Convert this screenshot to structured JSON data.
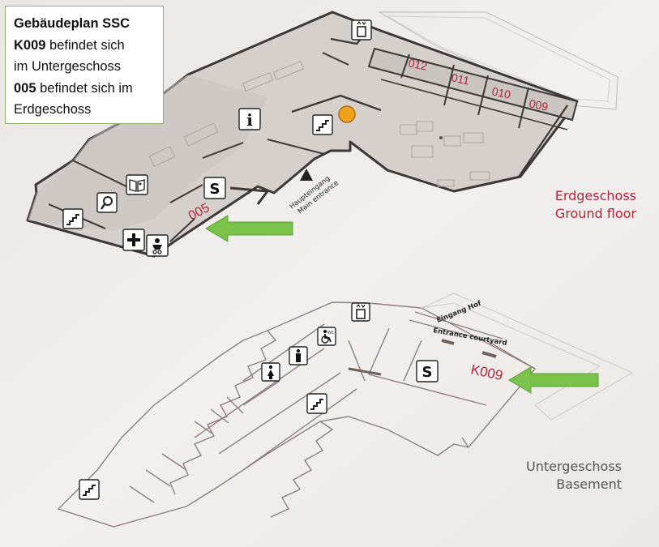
{
  "info_box": {
    "title": "Gebäudeplan SSC",
    "line1_code": "K009",
    "line1_rest": " befindet sich",
    "line2": "im Untergeschoss",
    "line3_code": "005",
    "line3_rest": " befindet sich im",
    "line4": "Erdgeschoss"
  },
  "ground_floor": {
    "label_de": "Erdgeschoss",
    "label_en": "Ground floor",
    "room_labels": [
      "012",
      "011",
      "010",
      "009",
      "005"
    ],
    "entrance_de": "Haupteingang",
    "entrance_en": "Main entrance",
    "icons": [
      "elevator-icon",
      "info-icon",
      "stairs-icon",
      "map-book-icon",
      "search-icon",
      "first-aid-icon",
      "baby-changing-icon",
      "service-s-icon",
      "location-marker-icon"
    ]
  },
  "basement": {
    "label_de": "Untergeschoss",
    "label_en": "Basement",
    "room_label": "K009",
    "courtyard_de": "Eingang Hof",
    "courtyard_en": "Entrance courtyard",
    "icons": [
      "elevator-icon",
      "wheelchair-wc-icon",
      "men-wc-icon",
      "women-wc-icon",
      "stairs-icon",
      "service-s-icon"
    ]
  },
  "icon_text": {
    "info": "i",
    "service": "S",
    "wc": "WC"
  },
  "colors": {
    "room_red": "#b3233a",
    "arrow_green": "#7bc24b",
    "marker_orange": "#f0a21b",
    "floor_fill": "#d7d2ce",
    "wall": "#3b3837"
  }
}
